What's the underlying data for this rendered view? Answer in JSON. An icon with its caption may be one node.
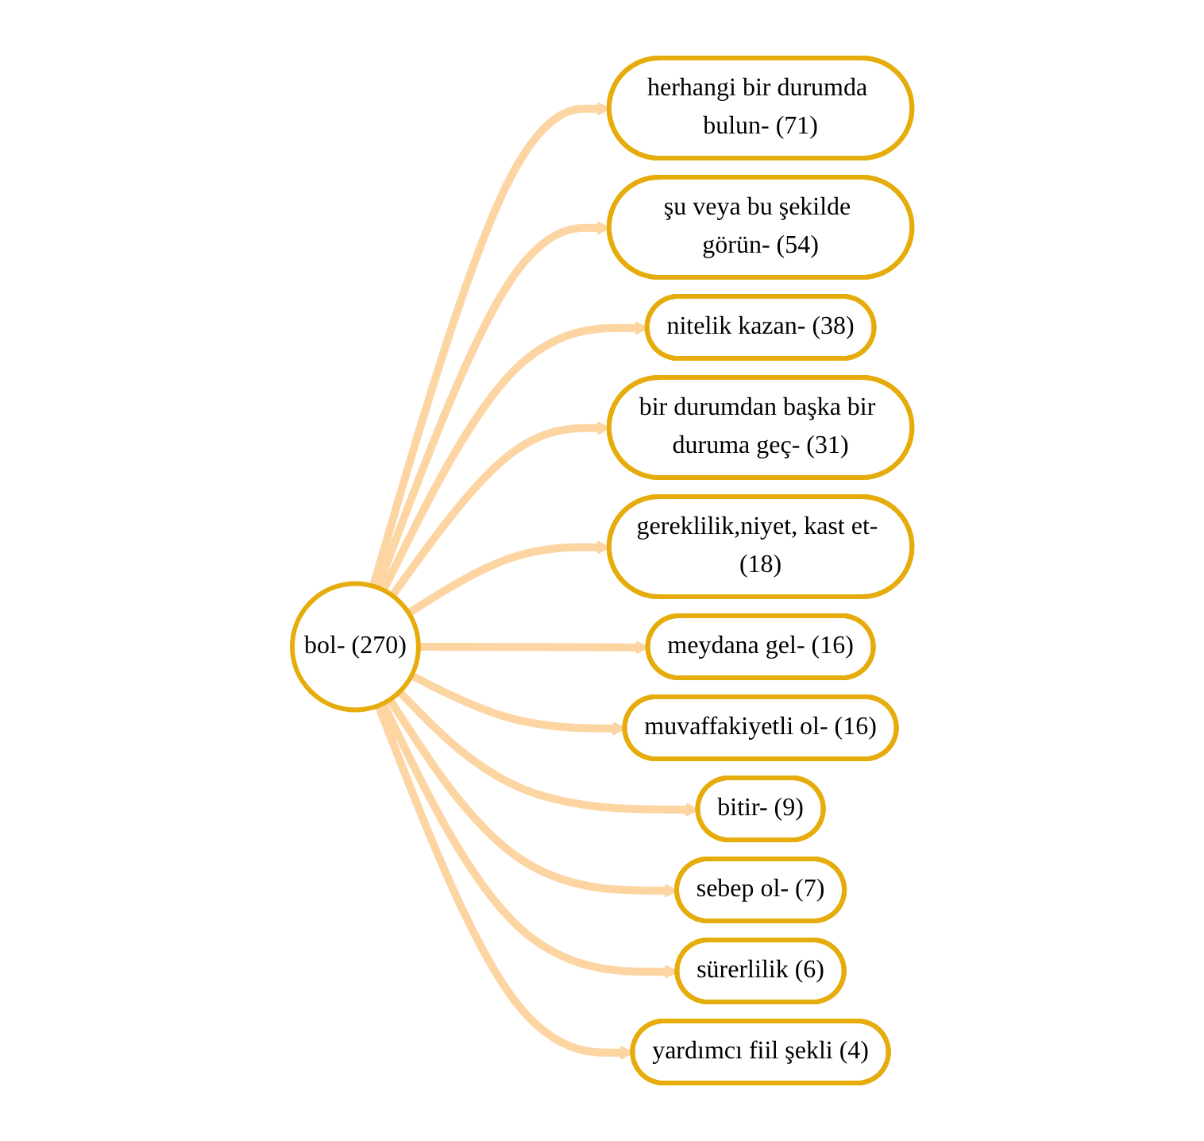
{
  "diagram": {
    "nodes": [
      {
        "text": [
          "bol- (270)"
        ]
      },
      {
        "text": [
          "herhangi bir durumda bulun- (71)"
        ]
      },
      {
        "text": [
          "şu veya bu şekilde görün- (54)"
        ]
      },
      {
        "text": [
          "nitelik kazan- (38)"
        ]
      },
      {
        "text": [
          "bir durumdan başka bir duruma geç- (31)"
        ]
      },
      {
        "text": [
          "gereklilik,niyet, kast et- (18)"
        ]
      },
      {
        "text": [
          "meydana gel- (16)"
        ]
      },
      {
        "text": [
          "muvaffakiyetli ol- (16)"
        ]
      },
      {
        "text": [
          "bitir- (9)"
        ]
      },
      {
        "text": [
          "sebep ol- (7)"
        ]
      },
      {
        "text": [
          "sürerlilik (6)"
        ]
      },
      {
        "text": [
          "yardımcı fiil şekli (4)"
        ]
      }
    ],
    "edges": [
      {
        "from": 0,
        "to": 1,
        "arrow": "to"
      },
      {
        "from": 0,
        "to": 2,
        "arrow": "to"
      },
      {
        "from": 0,
        "to": 3,
        "arrow": "to"
      },
      {
        "from": 0,
        "to": 4,
        "arrow": "to"
      },
      {
        "from": 0,
        "to": 5,
        "arrow": "to"
      },
      {
        "from": 0,
        "to": 6,
        "arrow": "to"
      },
      {
        "from": 0,
        "to": 7,
        "arrow": "to"
      },
      {
        "from": 0,
        "to": 8,
        "arrow": "to"
      },
      {
        "from": 0,
        "to": 9,
        "arrow": "to"
      },
      {
        "from": 0,
        "to": 10,
        "arrow": "to"
      },
      {
        "from": 0,
        "to": 11,
        "arrow": "to"
      }
    ]
  }
}
